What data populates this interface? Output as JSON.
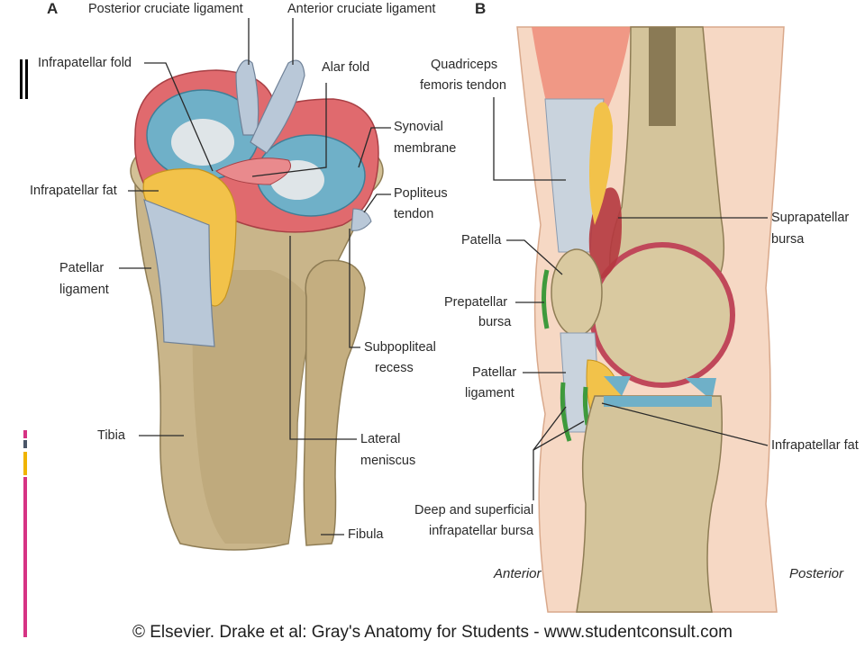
{
  "panels": {
    "a_letter": "A",
    "b_letter": "B"
  },
  "labels_a": {
    "posterior_cruciate": "Posterior cruciate ligament",
    "anterior_cruciate": "Anterior cruciate ligament",
    "infrapatellar_fold": "Infrapatellar fold",
    "alar_fold": "Alar fold",
    "synovial_1": "Synovial",
    "synovial_2": "membrane",
    "infrapatellar_fat": "Infrapatellar fat",
    "popliteus_1": "Popliteus",
    "popliteus_2": "tendon",
    "patellar_lig_1": "Patellar",
    "patellar_lig_2": "ligament",
    "subpopliteal_1": "Subpopliteal",
    "subpopliteal_2": "recess",
    "tibia": "Tibia",
    "lateral_meniscus_1": "Lateral",
    "lateral_meniscus_2": "meniscus",
    "fibula": "Fibula"
  },
  "labels_b": {
    "quadriceps_1": "Quadriceps",
    "quadriceps_2": "femoris tendon",
    "suprapatellar_1": "Suprapatellar",
    "suprapatellar_2": "bursa",
    "patella": "Patella",
    "prepatellar_1": "Prepatellar",
    "prepatellar_2": "bursa",
    "patellar_lig_1": "Patellar",
    "patellar_lig_2": "ligament",
    "infrapatellar_fat": "Infrapatellar fat",
    "deep_superficial_1": "Deep and superficial",
    "deep_superficial_2": "infrapatellar bursa",
    "anterior": "Anterior",
    "posterior": "Posterior"
  },
  "credit": "© Elsevier. Drake et al: Gray's Anatomy for Students - www.studentconsult.com",
  "colors": {
    "bone": "#c9b58a",
    "bone_dark": "#9c8a62",
    "cartilage": "#6fb0c8",
    "synovium": "#e06a6e",
    "fat": "#f2c24a",
    "ligament": "#b9c8d8",
    "bursa": "#3e9a3c",
    "skin": "#f6d8c4",
    "accent_magenta": "#d63384",
    "accent_yellow": "#f0b400"
  }
}
